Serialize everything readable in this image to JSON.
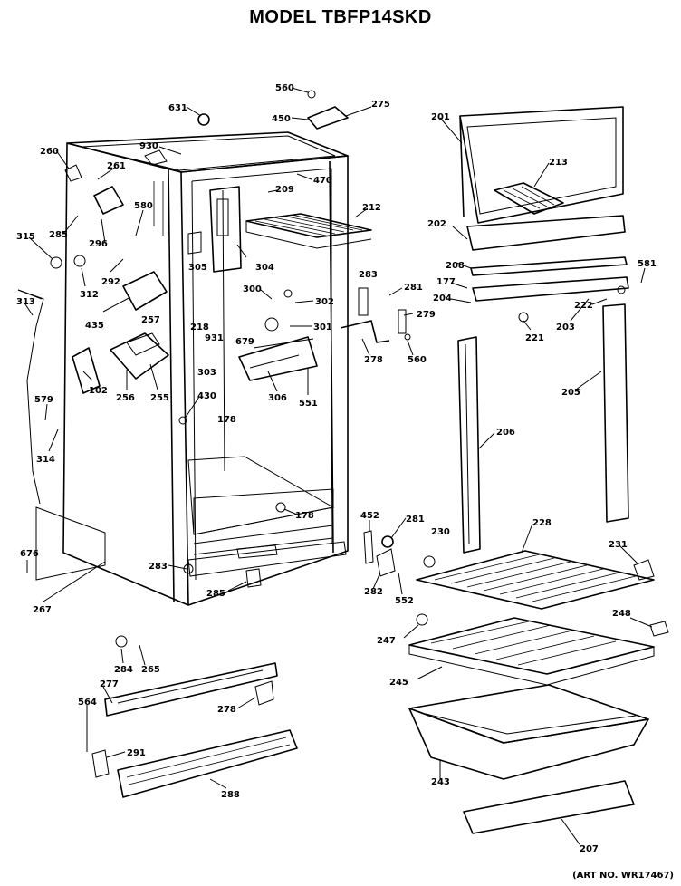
{
  "title": "MODEL TBFP14SKD",
  "art_number": "(ART NO. WR17467)",
  "part_labels": [
    {
      "id": "560a",
      "text": "560"
    },
    {
      "id": "275",
      "text": "275"
    },
    {
      "id": "631",
      "text": "631"
    },
    {
      "id": "450",
      "text": "450"
    },
    {
      "id": "201",
      "text": "201"
    },
    {
      "id": "930",
      "text": "930"
    },
    {
      "id": "260",
      "text": "260"
    },
    {
      "id": "261",
      "text": "261"
    },
    {
      "id": "470",
      "text": "470"
    },
    {
      "id": "213",
      "text": "213"
    },
    {
      "id": "209",
      "text": "209"
    },
    {
      "id": "212",
      "text": "212"
    },
    {
      "id": "580",
      "text": "580"
    },
    {
      "id": "285a",
      "text": "285"
    },
    {
      "id": "315",
      "text": "315"
    },
    {
      "id": "296",
      "text": "296"
    },
    {
      "id": "202",
      "text": "202"
    },
    {
      "id": "292",
      "text": "292"
    },
    {
      "id": "305",
      "text": "305"
    },
    {
      "id": "304",
      "text": "304"
    },
    {
      "id": "283a",
      "text": "283"
    },
    {
      "id": "208",
      "text": "208"
    },
    {
      "id": "581",
      "text": "581"
    },
    {
      "id": "312",
      "text": "312"
    },
    {
      "id": "177",
      "text": "177"
    },
    {
      "id": "313",
      "text": "313"
    },
    {
      "id": "300",
      "text": "300"
    },
    {
      "id": "302",
      "text": "302"
    },
    {
      "id": "281a",
      "text": "281"
    },
    {
      "id": "204",
      "text": "204"
    },
    {
      "id": "222",
      "text": "222"
    },
    {
      "id": "435",
      "text": "435"
    },
    {
      "id": "257",
      "text": "257"
    },
    {
      "id": "218",
      "text": "218"
    },
    {
      "id": "279",
      "text": "279"
    },
    {
      "id": "679",
      "text": "679"
    },
    {
      "id": "301",
      "text": "301"
    },
    {
      "id": "221",
      "text": "221"
    },
    {
      "id": "203",
      "text": "203"
    },
    {
      "id": "931",
      "text": "931"
    },
    {
      "id": "278a",
      "text": "278"
    },
    {
      "id": "303",
      "text": "303"
    },
    {
      "id": "560b",
      "text": "560"
    },
    {
      "id": "102",
      "text": "102"
    },
    {
      "id": "306",
      "text": "306"
    },
    {
      "id": "551",
      "text": "551"
    },
    {
      "id": "256",
      "text": "256"
    },
    {
      "id": "255",
      "text": "255"
    },
    {
      "id": "430",
      "text": "430"
    },
    {
      "id": "205",
      "text": "205"
    },
    {
      "id": "579",
      "text": "579"
    },
    {
      "id": "178a",
      "text": "178"
    },
    {
      "id": "314",
      "text": "314"
    },
    {
      "id": "206",
      "text": "206"
    },
    {
      "id": "178b",
      "text": "178"
    },
    {
      "id": "452",
      "text": "452"
    },
    {
      "id": "281b",
      "text": "281"
    },
    {
      "id": "230",
      "text": "230"
    },
    {
      "id": "228",
      "text": "228"
    },
    {
      "id": "676",
      "text": "676"
    },
    {
      "id": "283b",
      "text": "283"
    },
    {
      "id": "231",
      "text": "231"
    },
    {
      "id": "282",
      "text": "282"
    },
    {
      "id": "285b",
      "text": "285"
    },
    {
      "id": "552",
      "text": "552"
    },
    {
      "id": "267",
      "text": "267"
    },
    {
      "id": "248",
      "text": "248"
    },
    {
      "id": "247",
      "text": "247"
    },
    {
      "id": "284",
      "text": "284"
    },
    {
      "id": "265",
      "text": "265"
    },
    {
      "id": "245",
      "text": "245"
    },
    {
      "id": "277",
      "text": "277"
    },
    {
      "id": "564",
      "text": "564"
    },
    {
      "id": "278b",
      "text": "278"
    },
    {
      "id": "291",
      "text": "291"
    },
    {
      "id": "243",
      "text": "243"
    },
    {
      "id": "288",
      "text": "288"
    },
    {
      "id": "207",
      "text": "207"
    }
  ]
}
